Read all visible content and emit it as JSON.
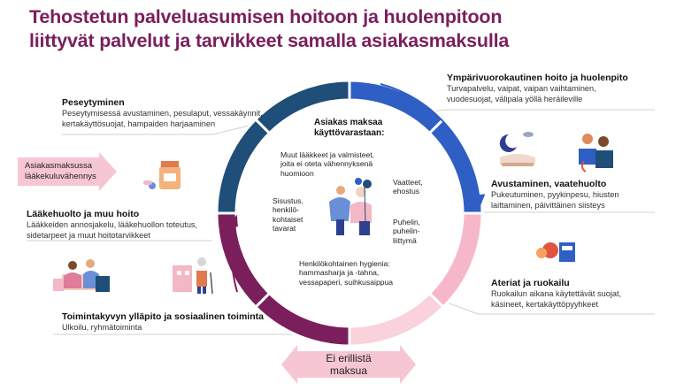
{
  "title": {
    "line1": "Tehostetun palveluasumisen hoitoon ja huolenpitoon",
    "line2": "liittyvät palvelut ja tarvikkeet samalla asiakasmaksulla"
  },
  "left": {
    "peseytyminen": {
      "heading": "Peseytyminen",
      "line1": "Peseytymisessä avustaminen, pesulaput, vessakäynnit,",
      "line2": "kertakäyttösuojat,  hampaiden harjaaminen"
    },
    "arrow_label": {
      "line1": "Asiakasmaksussa",
      "line2": "lääkekuluvähennys"
    },
    "laakehuolto": {
      "heading": "Lääkehuolto ja muu hoito",
      "line1": "Lääkkeiden annosjakelu, lääkehuollon toteutus,",
      "line2": "sidetarpeet ja muut hoitotarvikkeet"
    },
    "toimintakyky": {
      "heading": "Toimintakyvyn ylläpito ja sosiaalinen toiminta",
      "line1": "Ulkoilu,  ryhmätoiminta"
    }
  },
  "right": {
    "ymparivuorokautinen": {
      "heading": "Ympärivuorokautinen hoito ja huolenpito",
      "line1": "Turvapalvelu,  vaipat,  vaipan vaihtaminen,",
      "line2": "vuodesuojat,  välipala yöllä heräileville"
    },
    "avustaminen": {
      "heading": "Avustaminen, vaatehuolto",
      "line1": "Pukeutuminen,  pyykinpesu,  hiusten",
      "line2": "laittaminen,  päivittäinen  siisteys"
    },
    "ateriat": {
      "heading": "Ateriat ja ruokailu",
      "line1": "Ruokailun aikana käytettävät  suojat,",
      "line2": "käsineet,  kertakäyttöpyyhkeet"
    }
  },
  "center": {
    "heading1": "Asiakas maksaa",
    "heading2": "käyttövarastaan:",
    "muut": [
      "Muut lääkkeet ja valmisteet,",
      "joita ei oteta vähennyksenä",
      "huomioon"
    ],
    "sisustus": [
      "Sisustus,",
      "henkilö-",
      "kohtaiset",
      "tavarat"
    ],
    "vaatteet": [
      "Vaatteet,",
      "ehostus"
    ],
    "puhelin": [
      "Puhelin,",
      "puhelin-",
      "liittymä"
    ],
    "hygienia": [
      "Henkilökohtainen  hygienia:",
      "hammasharja ja -tahna,",
      "vessapaperi,  suihkusaippua"
    ]
  },
  "bottom_arrow": {
    "line1": "Ei erillistä",
    "line2": "maksua"
  },
  "colors": {
    "title": "#7a1f5c",
    "dark_blue": "#1f4e79",
    "blue": "#2f5fc4",
    "pink": "#f6b8c9",
    "light_pink": "#f9d2dc",
    "purple": "#7a1f5c",
    "arrow_pink": "#f7c6d3"
  },
  "icons": [
    "medicine-bottle-icon",
    "moon-cloud-icon",
    "nurse-patient-icon",
    "people-group-icon",
    "walking-elderly-icon",
    "food-basket-icon",
    "center-people-icon"
  ]
}
